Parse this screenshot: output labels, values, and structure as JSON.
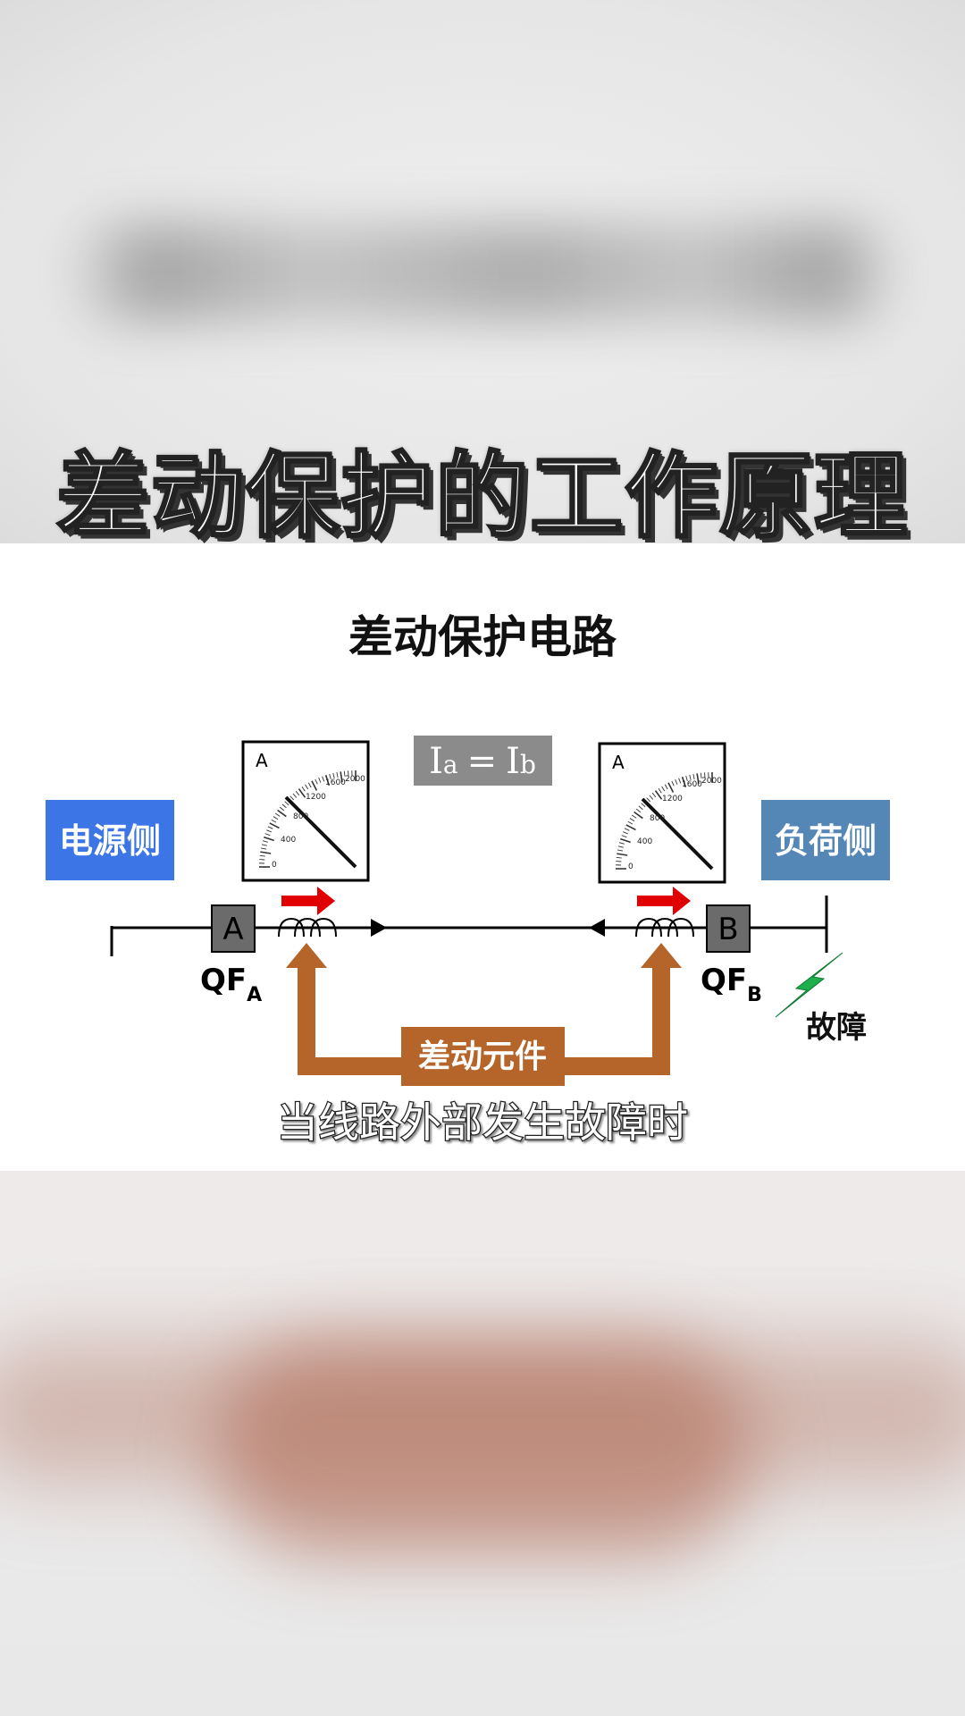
{
  "header": {
    "title": "差动保护的工作原理"
  },
  "diagram": {
    "heading": "差动保护电路",
    "equation": {
      "left_symbol": "I",
      "left_sub": "a",
      "operator": "=",
      "right_symbol": "I",
      "right_sub": "b"
    },
    "source_label": "电源侧",
    "load_label": "负荷侧",
    "breaker_a": {
      "box_letter": "A",
      "label": "QF",
      "sub": "A"
    },
    "breaker_b": {
      "box_letter": "B",
      "label": "QF",
      "sub": "B"
    },
    "meter_left": {
      "unit": "A",
      "ticks": [
        "0",
        "400",
        "800",
        "1200",
        "1600",
        "2000"
      ]
    },
    "meter_right": {
      "unit": "A",
      "ticks": [
        "0",
        "400",
        "800",
        "1200",
        "1600",
        "2000"
      ]
    },
    "relay_label": "差动元件",
    "fault_label": "故障",
    "subtitle": "当线路外部发生故障时"
  },
  "colors": {
    "source_blue": "#3b75e6",
    "load_blue": "#5486b6",
    "relay_orange": "#b5652a",
    "arrow_red": "#e00000",
    "fault_green": "#1fae4c",
    "equation_gray": "#8b8b8b",
    "breaker_gray": "#6b6b6b"
  }
}
